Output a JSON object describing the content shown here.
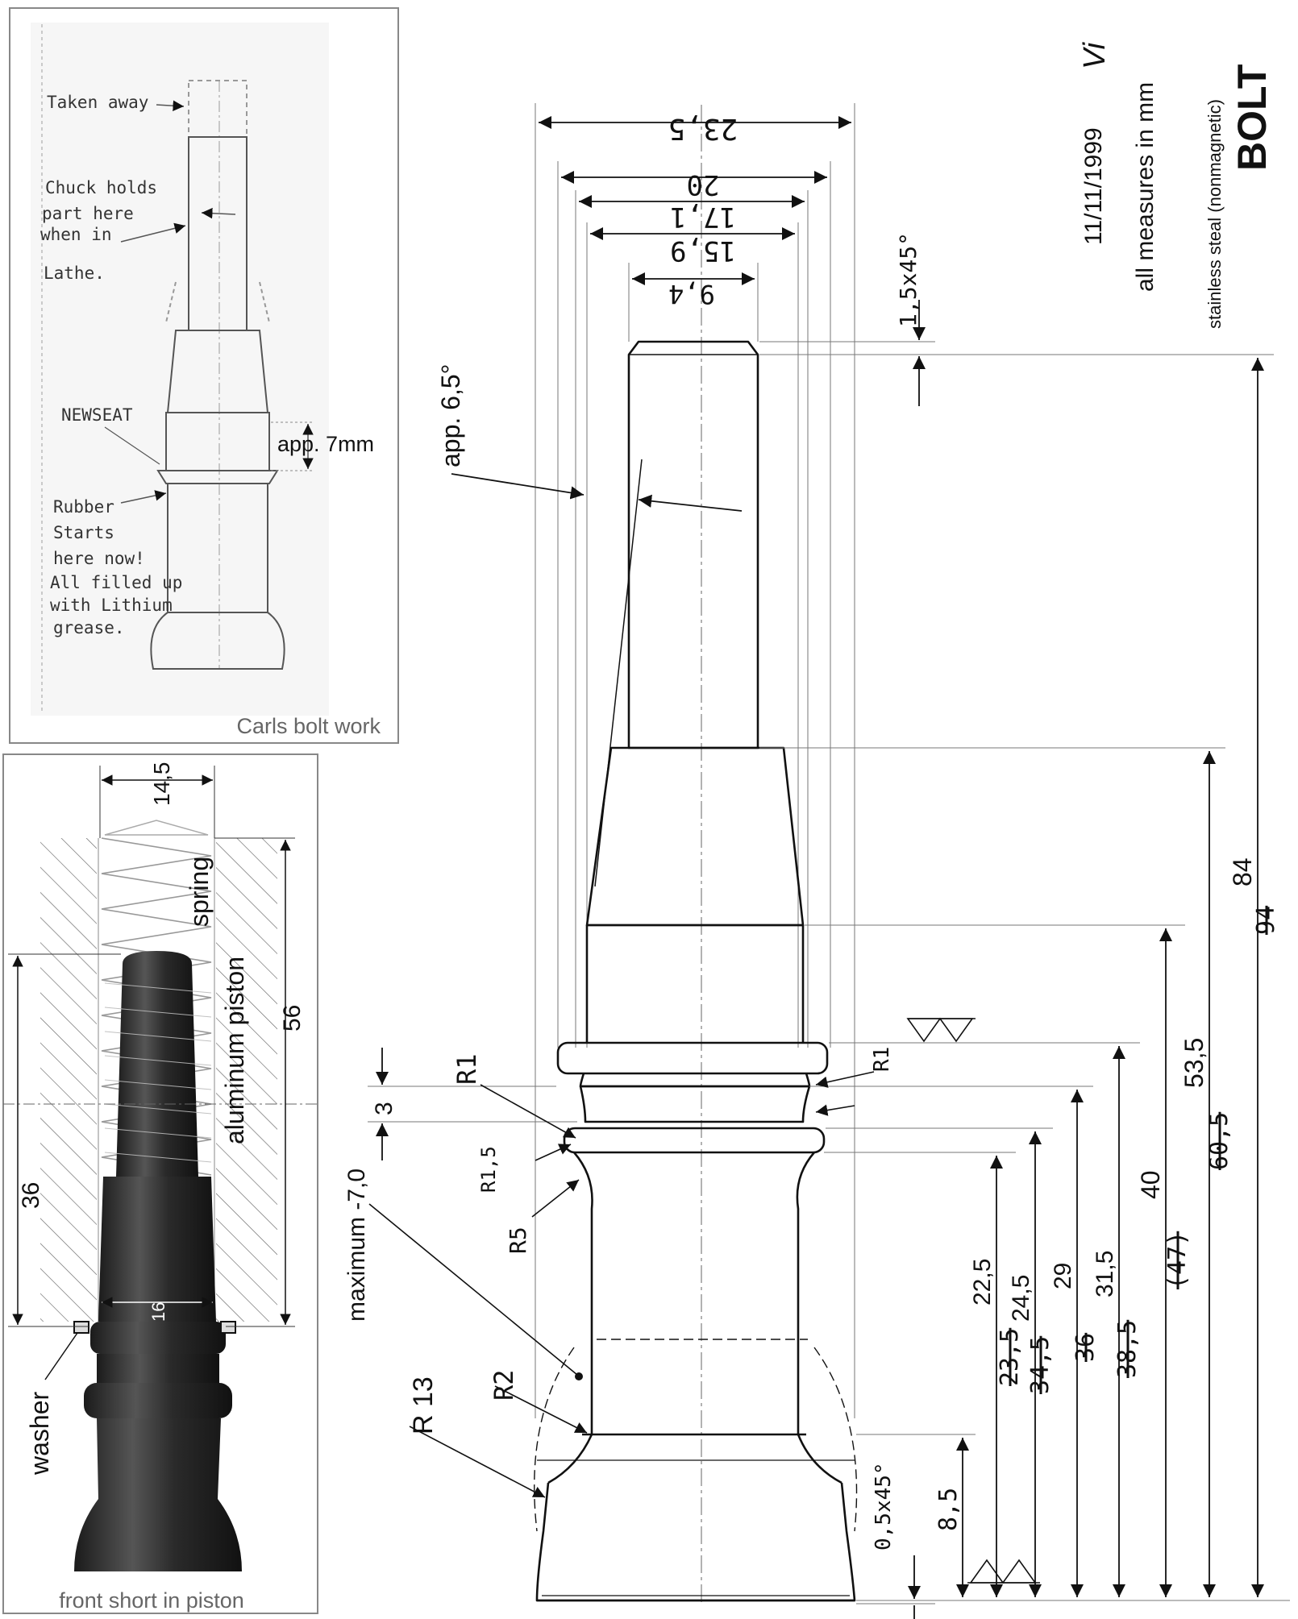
{
  "title_block": {
    "date": "11/11/1999",
    "signature": "Vi",
    "units_note": "all measures in mm",
    "material": "stainless steal (nonmagnetic)",
    "part_name": "BOLT"
  },
  "sketch_panel": {
    "caption": "Carls bolt work",
    "notes": {
      "taken_away": "Taken away",
      "chuck_1": "Chuck holds",
      "chuck_2": "part here",
      "chuck_3": "when in",
      "chuck_4": "Lathe.",
      "new_seat": "NEWSEAT",
      "rubber_1": "Rubber",
      "rubber_2": "Starts",
      "rubber_3": "here now!",
      "rubber_4": "All filled up",
      "rubber_5": "with Lithium",
      "rubber_6": "grease."
    },
    "app_7mm": "app. 7mm"
  },
  "photo_panel": {
    "caption": "front short in piston",
    "labels": {
      "washer": "washer",
      "spring": "spring",
      "aluminum_piston": "aluminum piston",
      "dim_14_5": "14,5",
      "dim_56": "56",
      "dim_36": "36",
      "dim_16": "16"
    }
  },
  "main_drawing": {
    "top_widths": {
      "w23_5": "23,5",
      "w20": "20",
      "w17_1": "17,1",
      "w15_9": "15,9",
      "w9_4": "9,4"
    },
    "notes": {
      "chamfer_top": "1,5x45°",
      "taper_angle": "app. 6,5°",
      "maximum": "maximum -7,0",
      "r1_left": "R1",
      "r1_right": "R1",
      "r1_5": "R1,5",
      "r5": "R5",
      "r2": "R2",
      "r13": "R 13",
      "chamfer_bottom": "0,5x45°",
      "dim_3": "3"
    },
    "heights": {
      "h8_5": "8,5",
      "h22_5": "22,5",
      "h23_5": "23,5",
      "h24_5": "24,5",
      "h34_5": "34,5",
      "h29": "29",
      "h36": "36",
      "h31_5": "31,5",
      "h38_5": "38,5",
      "h40": "40",
      "h47": "(47)",
      "h53_5": "53,5",
      "h60_5": "60,5",
      "h84": "84",
      "h94": "94"
    }
  }
}
